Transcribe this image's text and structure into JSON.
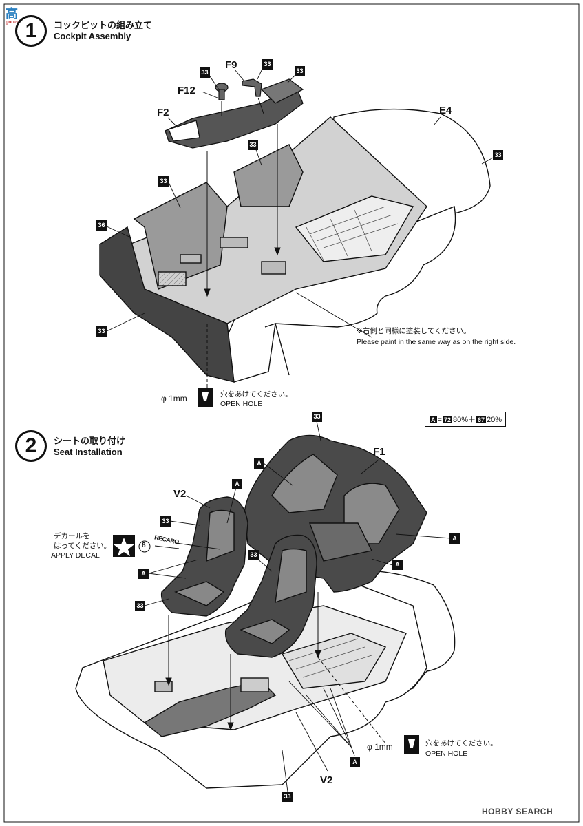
{
  "watermark_top": "高",
  "watermark_top_sub": "goo-shop.net",
  "steps": [
    {
      "number": "1",
      "title_jp": "コックピットの組み立て",
      "title_en": "Cockpit Assembly"
    },
    {
      "number": "2",
      "title_jp": "シートの取り付け",
      "title_en": "Seat Installation"
    }
  ],
  "parts": {
    "f9": "F9",
    "f12": "F12",
    "f2": "F2",
    "e4": "E4",
    "f1": "F1",
    "v2_top": "V2",
    "v2_bottom": "V2"
  },
  "color_codes": {
    "c33": "33",
    "c36": "36",
    "a": "A"
  },
  "notes": {
    "paint_jp": "※右側と同様に塗装してください。",
    "paint_en": "Please paint in the same way as on the right side.",
    "hole_size": "φ 1mm",
    "hole_jp": "穴をあけてください。",
    "hole_en": "OPEN HOLE",
    "decal_jp_1": "デカールを",
    "decal_jp_2": "はってください。",
    "decal_en": "APPLY DECAL",
    "decal_number": "8",
    "decal_text": "RECARO"
  },
  "mix": {
    "code": "A",
    "eq": "=",
    "c1": "72",
    "p1": "80%＋",
    "c2": "67",
    "p2": "20%"
  },
  "watermark_bottom": "HOBBY SEARCH",
  "colors": {
    "ink": "#111111",
    "gray_dark": "#3b3b3b",
    "gray_mid": "#8a8a8a",
    "gray_light": "#c8c8c8",
    "paper": "#ffffff"
  }
}
